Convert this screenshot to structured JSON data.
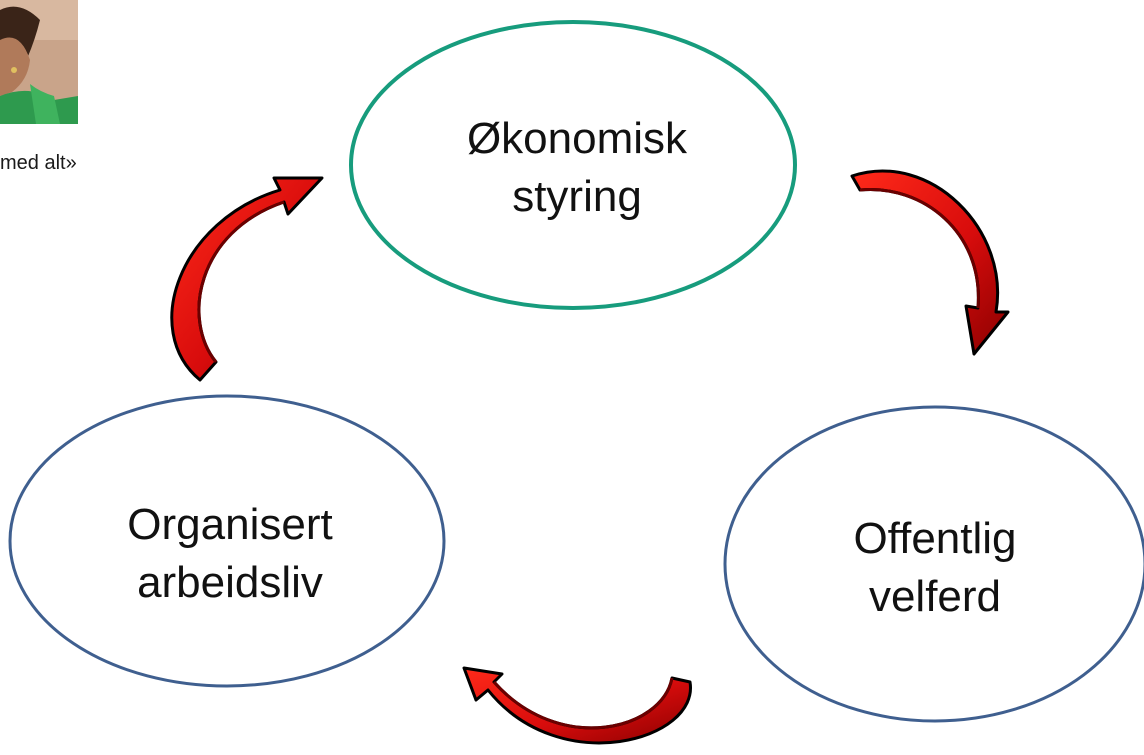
{
  "caption": "med alt»",
  "nodes": {
    "top": {
      "line1": "Økonomisk",
      "line2": "styring",
      "color": "#179c7d"
    },
    "left": {
      "line1": "Organisert",
      "line2": "arbeidsliv",
      "color": "#3f5f8f"
    },
    "right": {
      "line1": "Offentlig",
      "line2": "velferd",
      "color": "#3f5f8f"
    }
  },
  "arrows": {
    "fill": "#e01010",
    "shade": "#7a0000",
    "outline": "#000000",
    "count": 3
  },
  "photo": {
    "description": "person-photo",
    "colors": {
      "background": "#c9a48a",
      "garment": "#2e9a4e"
    }
  }
}
